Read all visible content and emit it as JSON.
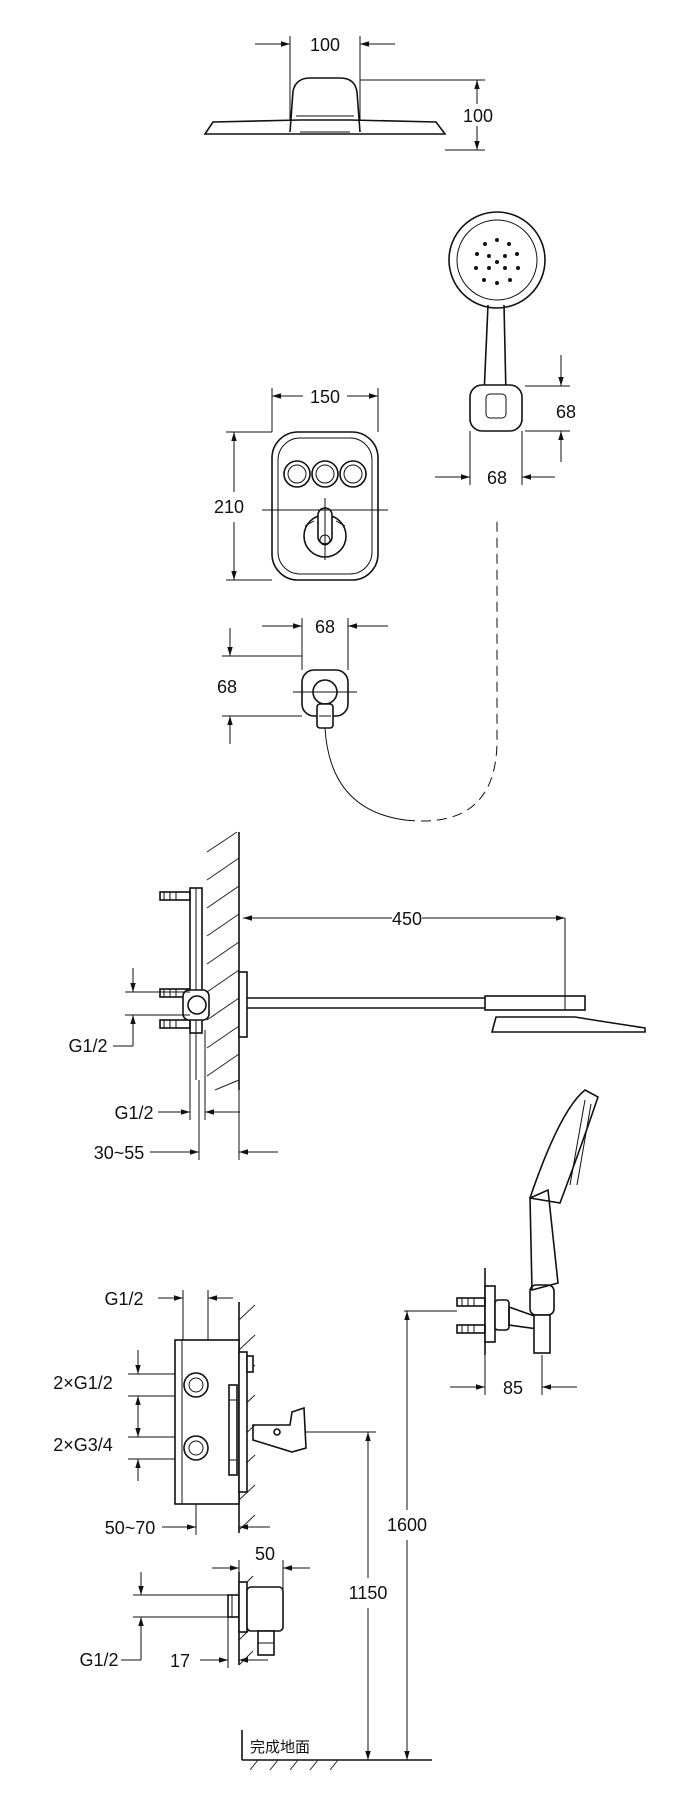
{
  "dimensions": {
    "top_shower_width": "100",
    "top_shower_height": "100",
    "hand_holder_height": "68",
    "hand_holder_width": "68",
    "panel_width": "150",
    "panel_height": "210",
    "outlet_width": "68",
    "outlet_height": "68",
    "arm_length": "450",
    "side_inlet_1": "G1/2",
    "side_inlet_2": "G1/2",
    "side_depth": "30~55",
    "valve_top_inlet": "G1/2",
    "valve_inlet_a": "2×G1/2",
    "valve_inlet_b": "2×G3/4",
    "valve_depth": "50~70",
    "outlet_proj": "50",
    "outlet_inlet": "G1/2",
    "outlet_depth": "17",
    "height_outlet": "1150",
    "height_holder": "1600",
    "holder_proj": "85",
    "floor_label": "完成地面"
  }
}
